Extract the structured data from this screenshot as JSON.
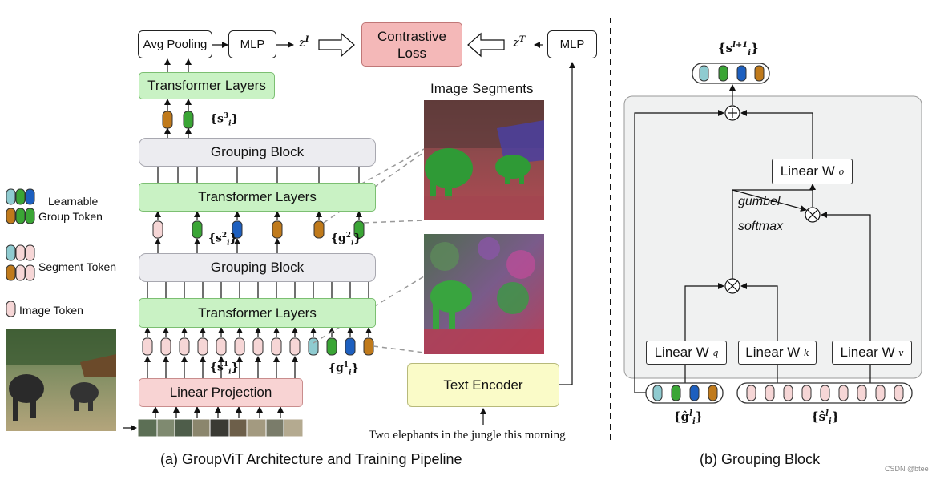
{
  "legend": {
    "learnable": "Learnable",
    "group_token": "Group Token",
    "segment_token": "Segment Token",
    "image_token": "Image Token"
  },
  "part_a": {
    "avg_pooling": "Avg Pooling",
    "mlp_left": "MLP",
    "z_image": "z",
    "z_image_sup": "I",
    "contrastive_loss_line1": "Contrastive",
    "contrastive_loss_line2": "Loss",
    "z_text": "z",
    "z_text_sup": "T",
    "mlp_right": "MLP",
    "transformer_top": "Transformer Layers",
    "s3": "{s",
    "s3_sup": "3",
    "s3_sub": "i",
    "grouping_block_2": "Grouping Block",
    "transformer_mid": "Transformer Layers",
    "s2": "{s",
    "s2_sup": "2",
    "s2_sub": "i",
    "g2": "{g",
    "g2_sup": "2",
    "g2_sub": "i",
    "grouping_block_1": "Grouping Block",
    "transformer_bottom": "Transformer Layers",
    "s1": "{s",
    "s1_sup": "1",
    "s1_sub": "i",
    "g1": "{g",
    "g1_sup": "1",
    "g1_sub": "i",
    "linear_projection": "Linear Projection",
    "image_segments": "Image Segments",
    "text_encoder": "Text Encoder",
    "text_input": "Two elephants in the jungle this morning",
    "caption": "(a) GroupViT Architecture and Training Pipeline"
  },
  "part_b": {
    "s_out": "{s",
    "s_out_sup": "l+1",
    "s_out_sub": "i",
    "linear_wo": "Linear W",
    "wo_sub": "o",
    "gumbel": "gumbel",
    "softmax": "softmax",
    "linear_wq": "Linear W",
    "wq_sub": "q",
    "linear_wk": "Linear W",
    "wk_sub": "k",
    "linear_wv": "Linear W",
    "wv_sub": "v",
    "g_in": "{ĝ",
    "g_in_sup": "l",
    "g_in_sub": "i",
    "s_in": "{ŝ",
    "s_in_sup": "l",
    "s_in_sub": "i",
    "caption": "(b) Grouping Block"
  },
  "watermark": "CSDN @btee",
  "colors": {
    "teal": "#8fcbd0",
    "green": "#3aa535",
    "blue": "#1d5fbf",
    "orange": "#c07a1b",
    "pink": "#f6d6d6"
  }
}
